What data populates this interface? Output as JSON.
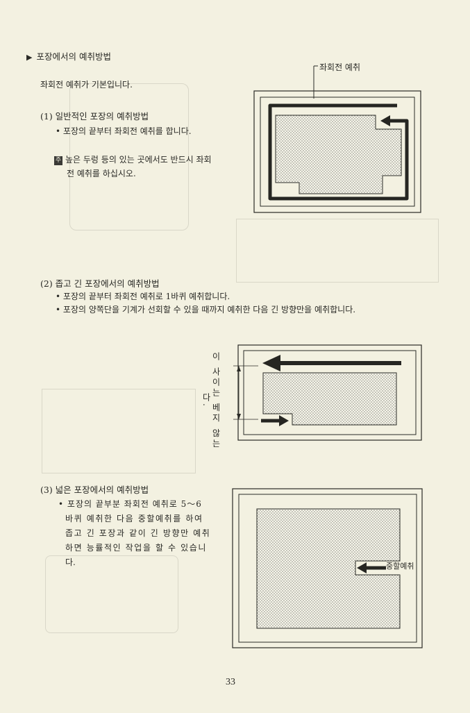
{
  "section_title": "포장에서의 예취방법",
  "intro": "좌회전 예취가 기본입니다.",
  "sub1": {
    "title": "(1) 일반적인 포장의 예취방법",
    "bullet": "포장의 끝부터 좌회전 예취를 합니다.",
    "note_mark": "주",
    "note_line1": "높은 두렁 등의 있는 곳에서도 반드시 좌회",
    "note_line2": "전 예취를 하십시오.",
    "diagram_label": "좌회전 예취"
  },
  "sub2": {
    "title": "(2) 좁고 긴 포장에서의 예취방법",
    "bullet1": "포장의 끝부터 좌회전 예취로 1바퀴 예취합니다.",
    "bullet2": "포장의 양쪽단을 기계가 선회할 수 있을 때까지 예취한 다음 긴 방향만을 예취합니다.",
    "vertical_note": "이 사이는 베지 않는다."
  },
  "sub3": {
    "title": "(3) 넓은 포장에서의 예취방법",
    "line1": "포장의 끝부분 좌회전 예취로 5～6",
    "line2": "바퀴 예취한 다음 중할예취를 하여",
    "line3": "좁고 긴 포장과 같이 긴 방향만 예취",
    "line4": "하면 능률적인 작업을 할 수 있습니",
    "line5": "다.",
    "diagram_label": "중할예취"
  },
  "page_number": "33"
}
